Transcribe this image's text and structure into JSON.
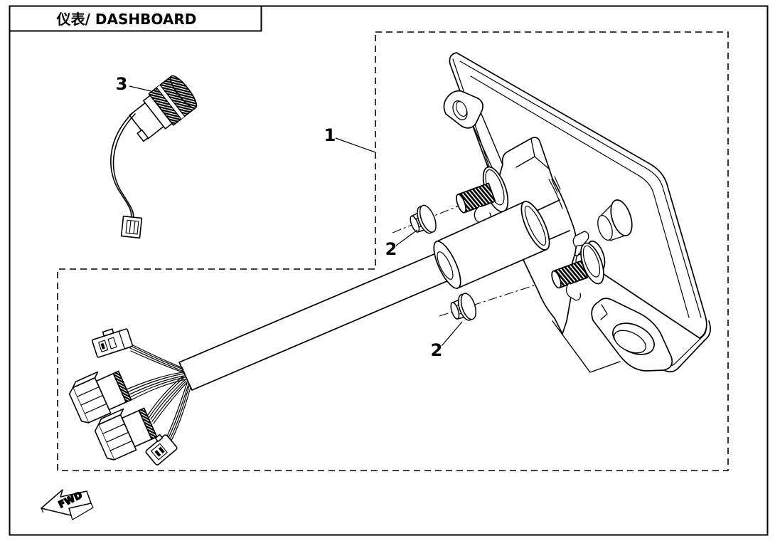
{
  "figure": {
    "kind": "exploded-parts-diagram",
    "background": "#ffffff",
    "line_color": "#000000"
  },
  "title_box": {
    "text": "仪表/ DASHBOARD"
  },
  "callouts": [
    {
      "id": "part-1",
      "label": "1"
    },
    {
      "id": "part-2-upper",
      "label": "2"
    },
    {
      "id": "part-2-lower",
      "label": "2"
    },
    {
      "id": "part-3",
      "label": "3"
    }
  ],
  "direction_marker": {
    "label": "FWD"
  }
}
